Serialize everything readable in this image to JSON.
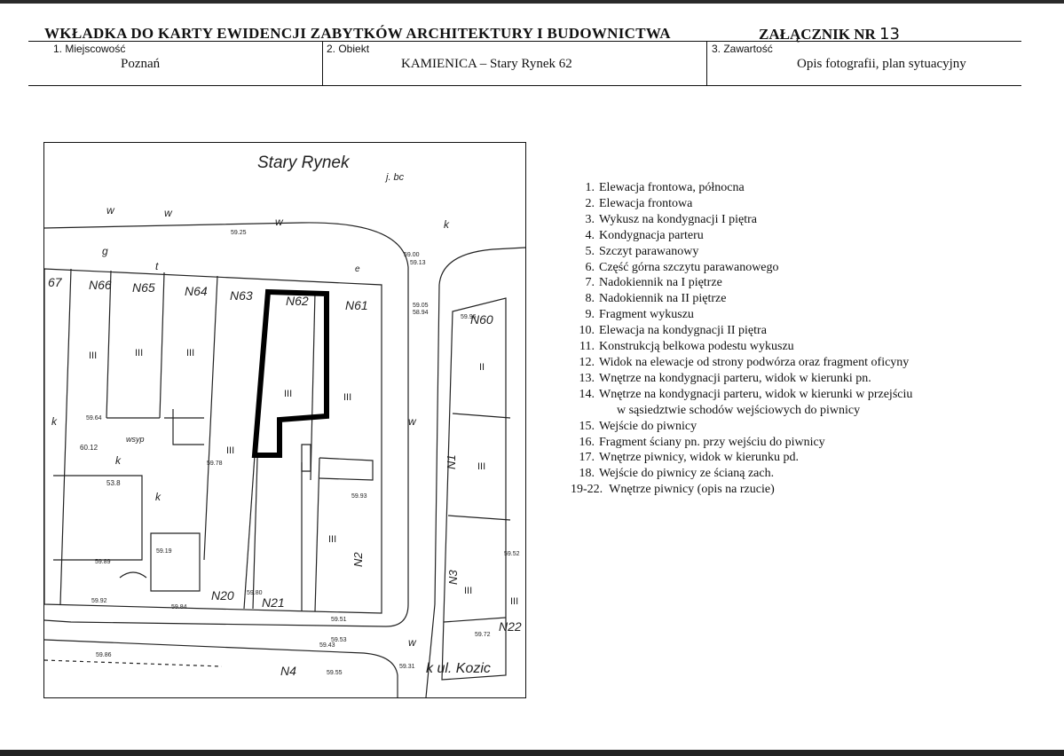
{
  "header": {
    "title": "WKŁADKA DO KARTY EWIDENCJI ZABYTKÓW ARCHITEKTURY I BUDOWNICTWA",
    "annex_label": "ZAŁĄCZNIK NR",
    "annex_number": "13"
  },
  "fields": {
    "locality": {
      "label": "1. Miejscowość",
      "value": "Poznań"
    },
    "object": {
      "label": "2. Obiekt",
      "value": "KAMIENICA  –  Stary Rynek 62"
    },
    "contents": {
      "label": "3. Zawartość",
      "value": "Opis fotografii, plan sytuacyjny"
    }
  },
  "map": {
    "street_top": "Stary Rynek",
    "street_top_note": "j. bc",
    "street_bottom": "k ul. Kozic",
    "lots": [
      "67",
      "N66",
      "N65",
      "N64",
      "N63",
      "N62",
      "N61",
      "N60",
      "N1",
      "N2",
      "N3",
      "N20",
      "N21",
      "N22",
      "N4"
    ],
    "storeys": [
      "III",
      "III",
      "III",
      "III",
      "III",
      "III",
      "III",
      "II",
      "III",
      "III",
      "III"
    ],
    "heights": [
      "59.25",
      "59.00",
      "59.13",
      "59.05",
      "58.94",
      "59.96",
      "59.64",
      "60.12",
      "53.8",
      "59.51",
      "59.78",
      "59.93",
      "59.89",
      "59.19",
      "59.92",
      "59.84",
      "59.80",
      "59.53",
      "59.86",
      "59.43",
      "59.31",
      "59.55",
      "59.52",
      "59.72"
    ],
    "symbols": [
      "w",
      "k",
      "g",
      "t",
      "e",
      "wsyp"
    ]
  },
  "legend": [
    {
      "num": "1.",
      "text": "Elewacja frontowa, północna"
    },
    {
      "num": "2.",
      "text": "Elewacja frontowa"
    },
    {
      "num": "3.",
      "text": "Wykusz na kondygnacji I piętra"
    },
    {
      "num": "4.",
      "text": "Kondygnacja parteru"
    },
    {
      "num": "5.",
      "text": "Szczyt parawanowy"
    },
    {
      "num": "6.",
      "text": "Część górna szczytu parawanowego"
    },
    {
      "num": "7.",
      "text": "Nadokiennik na I piętrze"
    },
    {
      "num": "8.",
      "text": "Nadokiennik na II piętrze"
    },
    {
      "num": "9.",
      "text": "Fragment wykuszu"
    },
    {
      "num": "10.",
      "text": "Elewacja na kondygnacji II piętra"
    },
    {
      "num": "11.",
      "text": "Konstrukcją belkowa podestu wykuszu"
    },
    {
      "num": "12.",
      "text": "Widok na elewacje od strony podwórza oraz fragment oficyny"
    },
    {
      "num": "13.",
      "text": "Wnętrze na kondygnacji parteru, widok w kierunki pn."
    },
    {
      "num": "14.",
      "text": "Wnętrze na kondygnacji parteru, widok w kierunki w przejściu",
      "cont": "w sąsiedztwie schodów wejściowych do piwnicy"
    },
    {
      "num": "15.",
      "text": "Wejście do piwnicy"
    },
    {
      "num": "16.",
      "text": "Fragment ściany pn. przy wejściu do piwnicy"
    },
    {
      "num": "17.",
      "text": "Wnętrze piwnicy, widok w kierunku pd."
    },
    {
      "num": "18.",
      "text": "Wejście do piwnicy ze ścianą zach."
    },
    {
      "num": "19-22.",
      "text": "Wnętrze piwnicy (opis na rzucie)"
    }
  ]
}
